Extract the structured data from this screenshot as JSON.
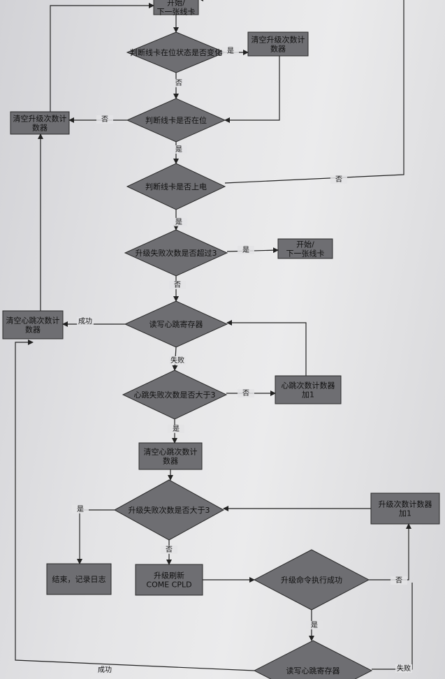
{
  "nodes": {
    "start_top": [
      "开始/",
      "下一张线卡"
    ],
    "clear_upgrade_top": [
      "清空升级次数计",
      "数器"
    ],
    "check_state_change": [
      "判断线卡在位状态是否变化"
    ],
    "clear_upgrade_left": [
      "清空升级次数计",
      "数器"
    ],
    "check_in_slot": [
      "判断线卡是否在位"
    ],
    "check_powered": [
      "判断线卡是否上电"
    ],
    "check_fail_over3": [
      "升级失败次数是否超过3"
    ],
    "start_next": [
      "开始/",
      "下一张线卡"
    ],
    "clear_heartbeat_left": [
      "清空心跳次数计",
      "数器"
    ],
    "rw_heartbeat_1": [
      "读写心跳寄存器"
    ],
    "hb_fail_gt3": [
      "心跳失败次数是否大于3"
    ],
    "hb_counter_inc": [
      "心跳次数计数器",
      "加1"
    ],
    "clear_heartbeat_mid": [
      "清空心跳次数计",
      "数器"
    ],
    "upgrade_fail_gt3": [
      "升级失败次数是否大于3"
    ],
    "upgrade_counter_inc": [
      "升级次数计数器",
      "加1"
    ],
    "end_log": [
      "结束，记录日志"
    ],
    "upgrade_refresh": [
      "升级刷新",
      "COME CPLD"
    ],
    "upgrade_cmd_ok": [
      "升级命令执行成功"
    ],
    "rw_heartbeat_2": [
      "读写心跳寄存器"
    ]
  },
  "edges": {
    "yes": "是",
    "no": "否",
    "success": "成功",
    "fail": "失败"
  }
}
